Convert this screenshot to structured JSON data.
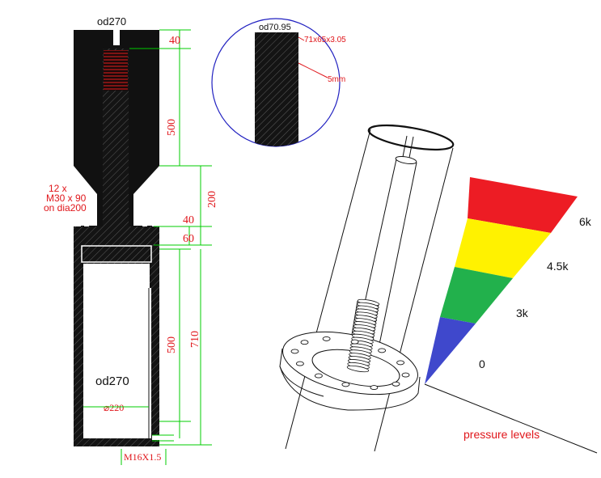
{
  "drawing": {
    "labels": {
      "top_od": "od270",
      "bottom_od": "od270",
      "bolt_line1": "12 x",
      "bolt_line2": "M30 x 90",
      "bolt_line3": "on dia200",
      "bore_dia": "⌀220",
      "thread_spec": "M16X1.5"
    },
    "dimensions": {
      "d40_top": "40",
      "d500_top": "500",
      "d200": "200",
      "d40_mid": "40",
      "d60": "60",
      "d500_bottom": "500",
      "d710": "710"
    }
  },
  "detail": {
    "od_label": "od70.95",
    "tube_spec": "71x65x3.05",
    "wall_note": "5mm"
  },
  "pressure_scale": {
    "caption": "pressure levels",
    "bands": [
      {
        "label": "6k",
        "color": "#ed1c24"
      },
      {
        "label": "4.5k",
        "color": "#fff200"
      },
      {
        "label": "3k",
        "color": "#22b14c"
      },
      {
        "label": "0",
        "color": "#3f48cc"
      }
    ]
  },
  "colors": {
    "dimension": "#00cc00",
    "annotation": "#e0161b",
    "detail_circle": "#2020c0",
    "body": "#111111"
  }
}
